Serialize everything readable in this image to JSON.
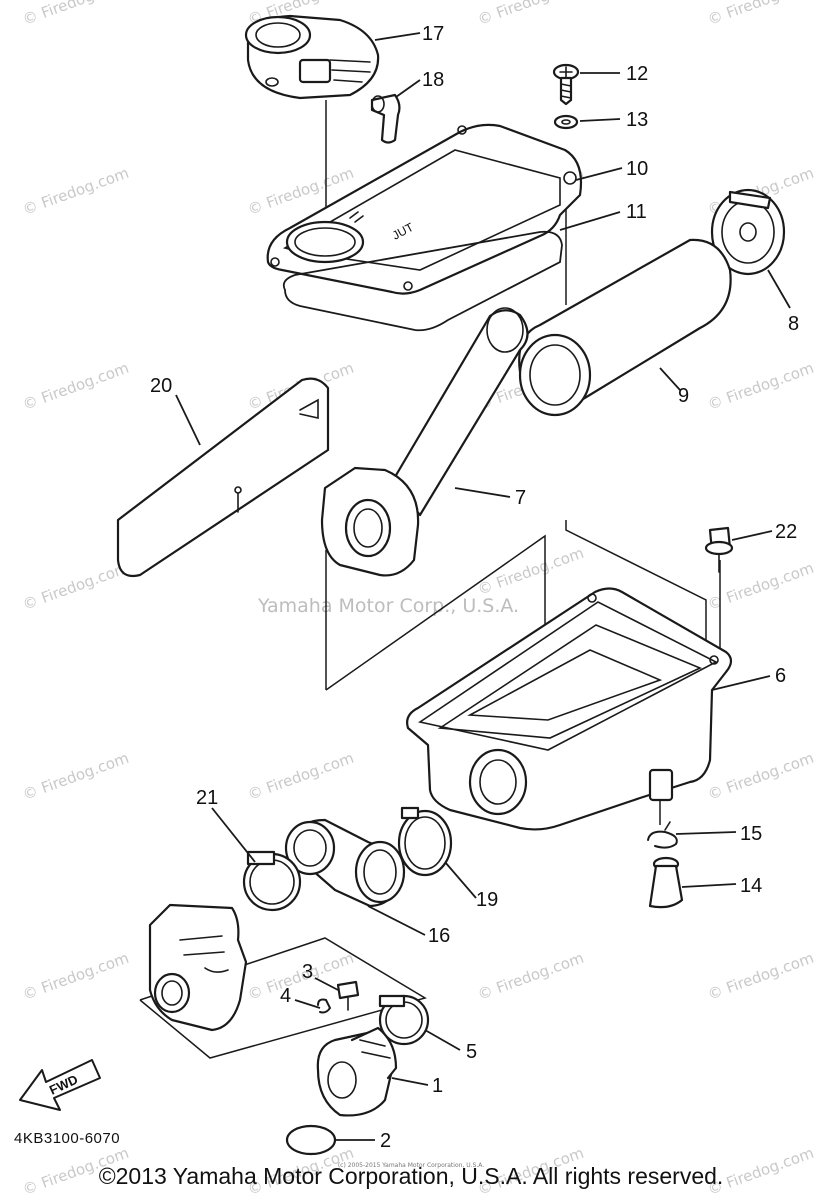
{
  "watermark": {
    "text": "© Firedog.com",
    "center_text": "Yamaha Motor Corp., U.S.A."
  },
  "fwd_label": "FWD",
  "part_code": "4KB3100-6070",
  "copyright": "©2013 Yamaha Motor Corporation, U.S.A. All rights reserved.",
  "micro_copyright": "(c) 2005-2015 Yamaha Motor Corporation, U.S.A.",
  "callouts": {
    "c1": "1",
    "c2": "2",
    "c3": "3",
    "c4": "4",
    "c5": "5",
    "c6": "6",
    "c7": "7",
    "c8": "8",
    "c9": "9",
    "c10": "10",
    "c11": "11",
    "c12": "12",
    "c13": "13",
    "c14": "14",
    "c15": "15",
    "c16": "16",
    "c17": "17",
    "c18": "18",
    "c19": "19",
    "c20": "20",
    "c21": "21",
    "c22": "22"
  }
}
